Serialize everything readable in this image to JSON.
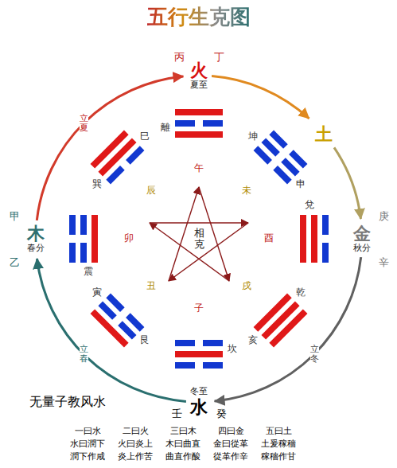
{
  "diagram": {
    "title": "五行生克图",
    "nodes": [
      {
        "text": [
          "火",
          "夏至"
        ]
      },
      {
        "text": [
          "土"
        ]
      },
      {
        "text": [
          "金",
          "秋分"
        ]
      },
      {
        "text": [
          "冬至",
          "水"
        ]
      },
      {
        "text": [
          "木",
          "春分"
        ]
      }
    ],
    "edges": [
      {
        "from": 0,
        "to": 1,
        "arrow": "to"
      },
      {
        "from": 1,
        "to": 2,
        "arrow": "to"
      },
      {
        "from": 2,
        "to": 3,
        "arrow": "to"
      },
      {
        "from": 3,
        "to": 4,
        "arrow": "to"
      },
      {
        "from": 4,
        "to": 0,
        "arrow": "to"
      }
    ],
    "labels": [
      "丙",
      "丁",
      "庚",
      "辛",
      "壬",
      "癸",
      "甲",
      "乙",
      "離",
      "坤",
      "兌",
      "乾",
      "坎",
      "艮",
      "震",
      "巽",
      "巳",
      "申",
      "亥",
      "寅",
      "午",
      "酉",
      "子",
      "卯",
      "辰",
      "未",
      "戌",
      "丑",
      "相克",
      "立夏",
      "立冬",
      "立春",
      "无量子教风水",
      "一曰水",
      "二曰火",
      "三曰木",
      "四曰金",
      "五曰土",
      "水曰潤下",
      "火曰炎上",
      "木曰曲直",
      "金曰從革",
      "土爰稼穡",
      "潤下作咸",
      "炎上作苦",
      "曲直作酸",
      "從革作辛",
      "稼穡作甘"
    ]
  }
}
